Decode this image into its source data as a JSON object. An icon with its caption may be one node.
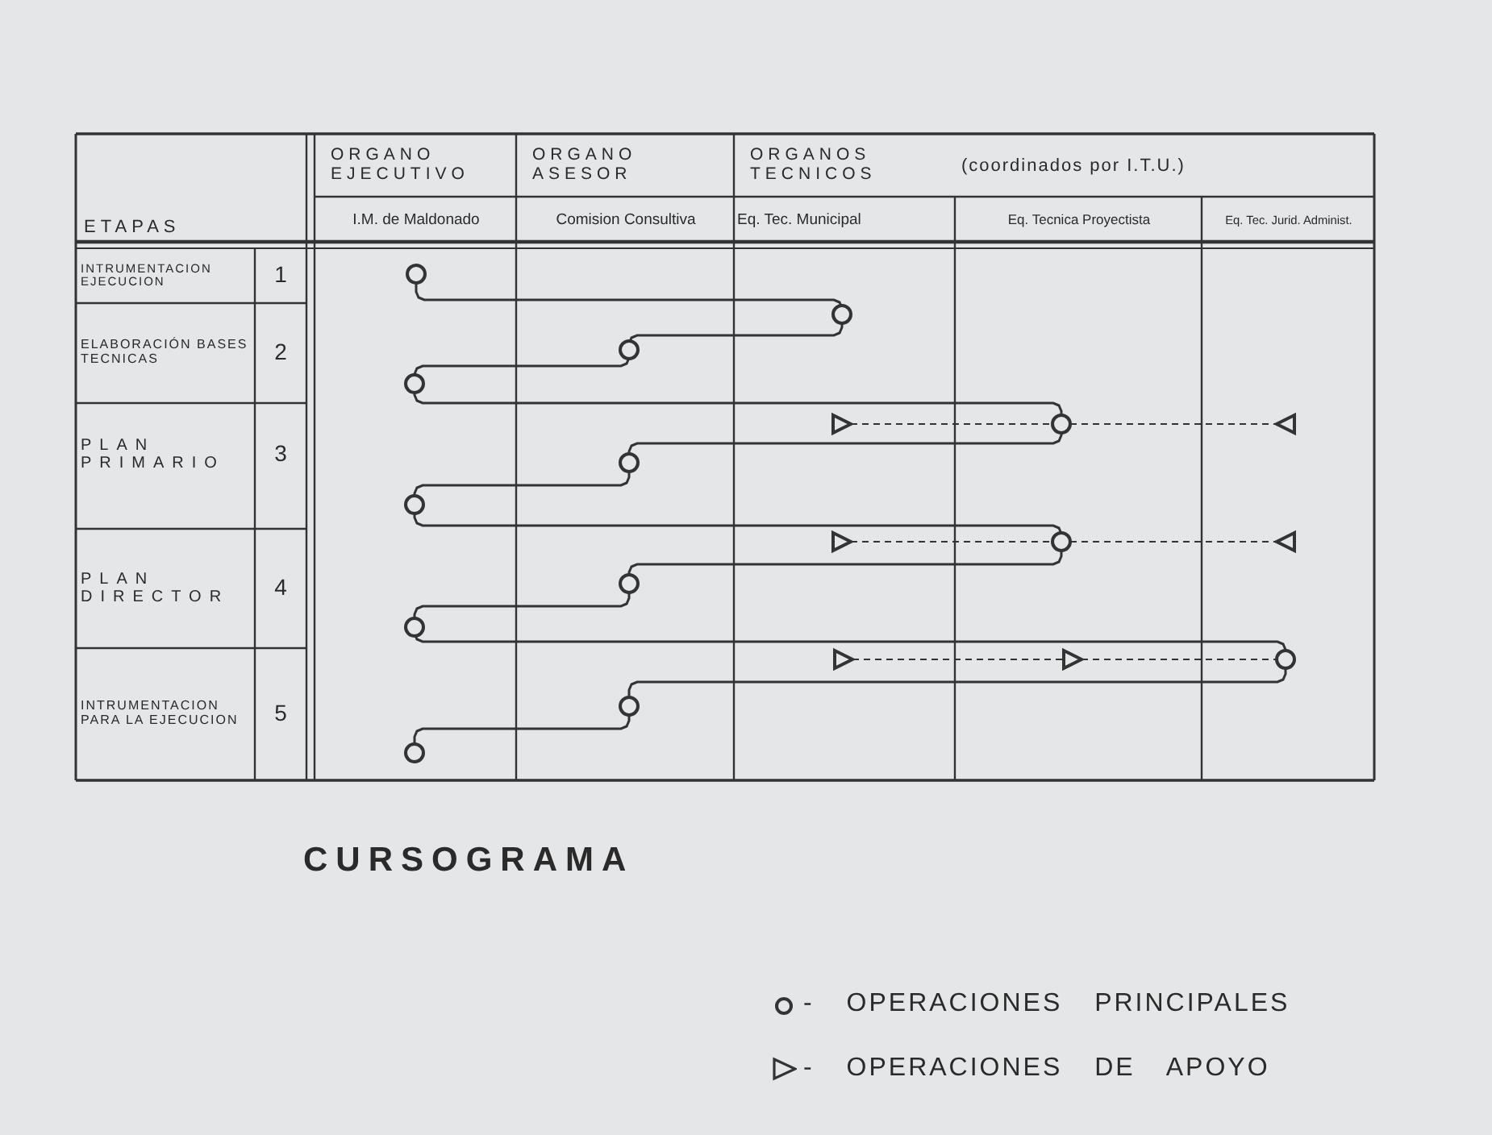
{
  "diagram": {
    "title": "CURSOGRAMA",
    "nodes": [
      {
        "text": [],
        "shape": "circle"
      },
      {
        "text": [],
        "shape": "circle"
      },
      {
        "text": [],
        "shape": "circle"
      },
      {
        "text": [],
        "shape": "circle"
      },
      {
        "text": [],
        "shape": "triangle"
      },
      {
        "text": [],
        "shape": "circle"
      },
      {
        "text": [],
        "shape": "triangle"
      },
      {
        "text": [],
        "shape": "circle"
      },
      {
        "text": [],
        "shape": "circle"
      },
      {
        "text": [],
        "shape": "triangle"
      },
      {
        "text": [],
        "shape": "circle"
      },
      {
        "text": [],
        "shape": "triangle"
      },
      {
        "text": [],
        "shape": "circle"
      },
      {
        "text": [],
        "shape": "circle"
      },
      {
        "text": [],
        "shape": "triangle"
      },
      {
        "text": [],
        "shape": "triangle"
      },
      {
        "text": [],
        "shape": "circle"
      },
      {
        "text": [],
        "shape": "circle"
      },
      {
        "text": [],
        "shape": "circle"
      }
    ],
    "edges": [
      {
        "from": 0,
        "to": 1,
        "arrow": "none"
      },
      {
        "from": 1,
        "to": 2,
        "arrow": "none"
      },
      {
        "from": 2,
        "to": 3,
        "arrow": "none"
      },
      {
        "from": 3,
        "to": 5,
        "arrow": "none"
      },
      {
        "from": 4,
        "to": 5,
        "arrow": "none",
        "style": "dashed"
      },
      {
        "from": 5,
        "to": 6,
        "arrow": "none",
        "style": "dashed"
      },
      {
        "from": 5,
        "to": 7,
        "arrow": "none"
      },
      {
        "from": 7,
        "to": 8,
        "arrow": "none"
      },
      {
        "from": 8,
        "to": 10,
        "arrow": "none"
      },
      {
        "from": 9,
        "to": 10,
        "arrow": "none",
        "style": "dashed"
      },
      {
        "from": 10,
        "to": 11,
        "arrow": "none",
        "style": "dashed"
      },
      {
        "from": 10,
        "to": 12,
        "arrow": "none"
      },
      {
        "from": 12,
        "to": 13,
        "arrow": "none"
      },
      {
        "from": 13,
        "to": 16,
        "arrow": "none"
      },
      {
        "from": 14,
        "to": 15,
        "arrow": "none",
        "style": "dashed"
      },
      {
        "from": 15,
        "to": 16,
        "arrow": "none",
        "style": "dashed"
      },
      {
        "from": 16,
        "to": 17,
        "arrow": "none"
      },
      {
        "from": 17,
        "to": 18,
        "arrow": "none"
      }
    ],
    "labels": [
      "ORGANO EJECUTIVO",
      "ORGANO ASESOR",
      "ORGANOS TECNICOS",
      "(coordinados por I.T.U.)",
      "ETAPAS",
      "I.M. de Maldonado",
      "Comision Consultiva",
      "Eq. Tec. Municipal",
      "Eq. Tecnica Proyectista",
      "Eq. Tec. Jurid. Administ.",
      "INTRUMENTACION EJECUCION",
      "1",
      "ELABORACIÓN BASES TECNICAS",
      "2",
      "PLAN PRIMARIO",
      "3",
      "PLAN DIRECTOR",
      "4",
      "INTRUMENTACION PARA LA EJECUCION",
      "5"
    ],
    "legend": [
      {
        "text": "- OPERACIONES PRINCIPALES"
      },
      {
        "text": "- OPERACIONES DE APOYO"
      }
    ]
  }
}
